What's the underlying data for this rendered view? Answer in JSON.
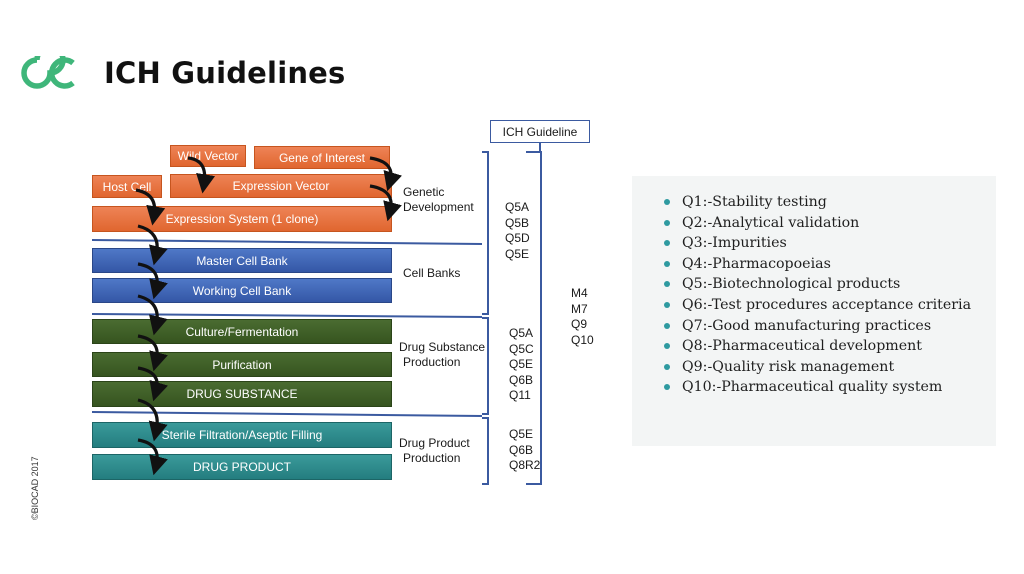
{
  "header": {
    "title": "ICH Guidelines",
    "copyright": "©BIOCAD 2017",
    "brand_color": "#3fb67a"
  },
  "diagram": {
    "ich_guideline_label": "ICH Guideline",
    "blocks": {
      "wild_vector": "Wild Vector",
      "gene_of_interest": "Gene of Interest",
      "host_cell": "Host Cell",
      "expression_vector": "Expression Vector",
      "expression_system": "Expression System (1 clone)",
      "master_cell_bank": "Master Cell Bank",
      "working_cell_bank": "Working Cell Bank",
      "culture_fermentation": "Culture/Fermentation",
      "purification": "Purification",
      "drug_substance": "DRUG SUBSTANCE",
      "sterile_filtration": "Sterile Filtration/Aseptic Filling",
      "drug_product": "DRUG PRODUCT"
    },
    "stages": {
      "genetic_development": [
        "Genetic",
        "Development"
      ],
      "cell_banks": [
        "Cell Banks"
      ],
      "drug_substance_production": [
        "Drug Substance",
        "Production"
      ],
      "drug_product_production": [
        "Drug Product",
        "Production"
      ]
    },
    "codes": {
      "upstream": [
        "Q5A",
        "Q5B",
        "Q5D",
        "Q5E"
      ],
      "substance": [
        "Q5A",
        "Q5C",
        "Q5E",
        "Q6B",
        "Q11"
      ],
      "product": [
        "Q5E",
        "Q6B",
        "Q8R2"
      ],
      "overall": [
        "M4",
        "M7",
        "Q9",
        "Q10"
      ]
    },
    "colors": {
      "orange": "#e0662f",
      "blue": "#3457a6",
      "green": "#36541f",
      "teal": "#247d7f",
      "bracket": "#3b5aa0"
    }
  },
  "guidelines_list": [
    "Q1:-Stability testing",
    "Q2:-Analytical validation",
    "Q3:-Impurities",
    "Q4:-Pharmacopoeias",
    "Q5:-Biotechnological products",
    "Q6:-Test procedures acceptance criteria",
    "Q7:-Good manufacturing practices",
    "Q8:-Pharmaceutical development",
    "Q9:-Quality risk management",
    "Q10:-Pharmaceutical quality system"
  ]
}
